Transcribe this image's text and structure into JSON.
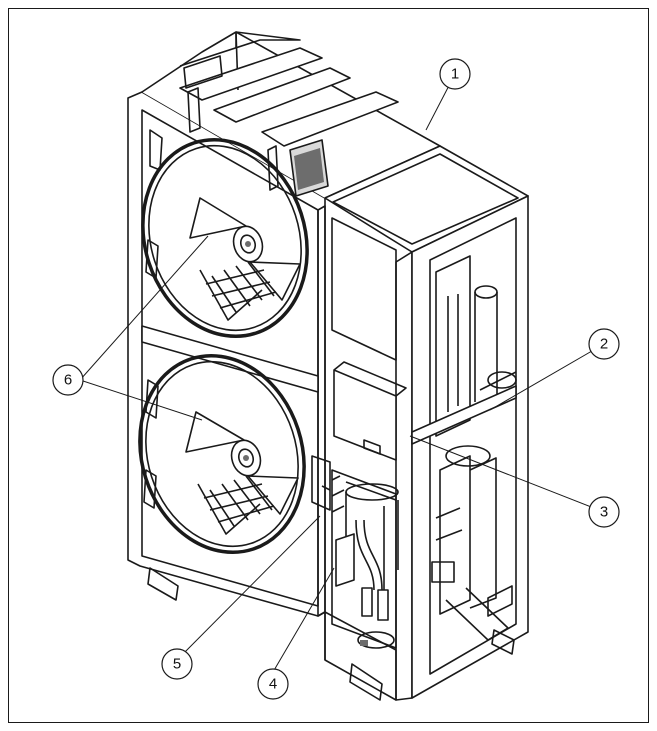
{
  "figure": {
    "callouts": [
      {
        "id": "1",
        "label": "1"
      },
      {
        "id": "2",
        "label": "2"
      },
      {
        "id": "3",
        "label": "3"
      },
      {
        "id": "4",
        "label": "4"
      },
      {
        "id": "5",
        "label": "5"
      },
      {
        "id": "6",
        "label": "6"
      }
    ]
  },
  "colors": {
    "line": "#1a1a1a",
    "fill": "#ffffff",
    "shade": "#d9d9d9",
    "dark": "#6d6d6d"
  }
}
